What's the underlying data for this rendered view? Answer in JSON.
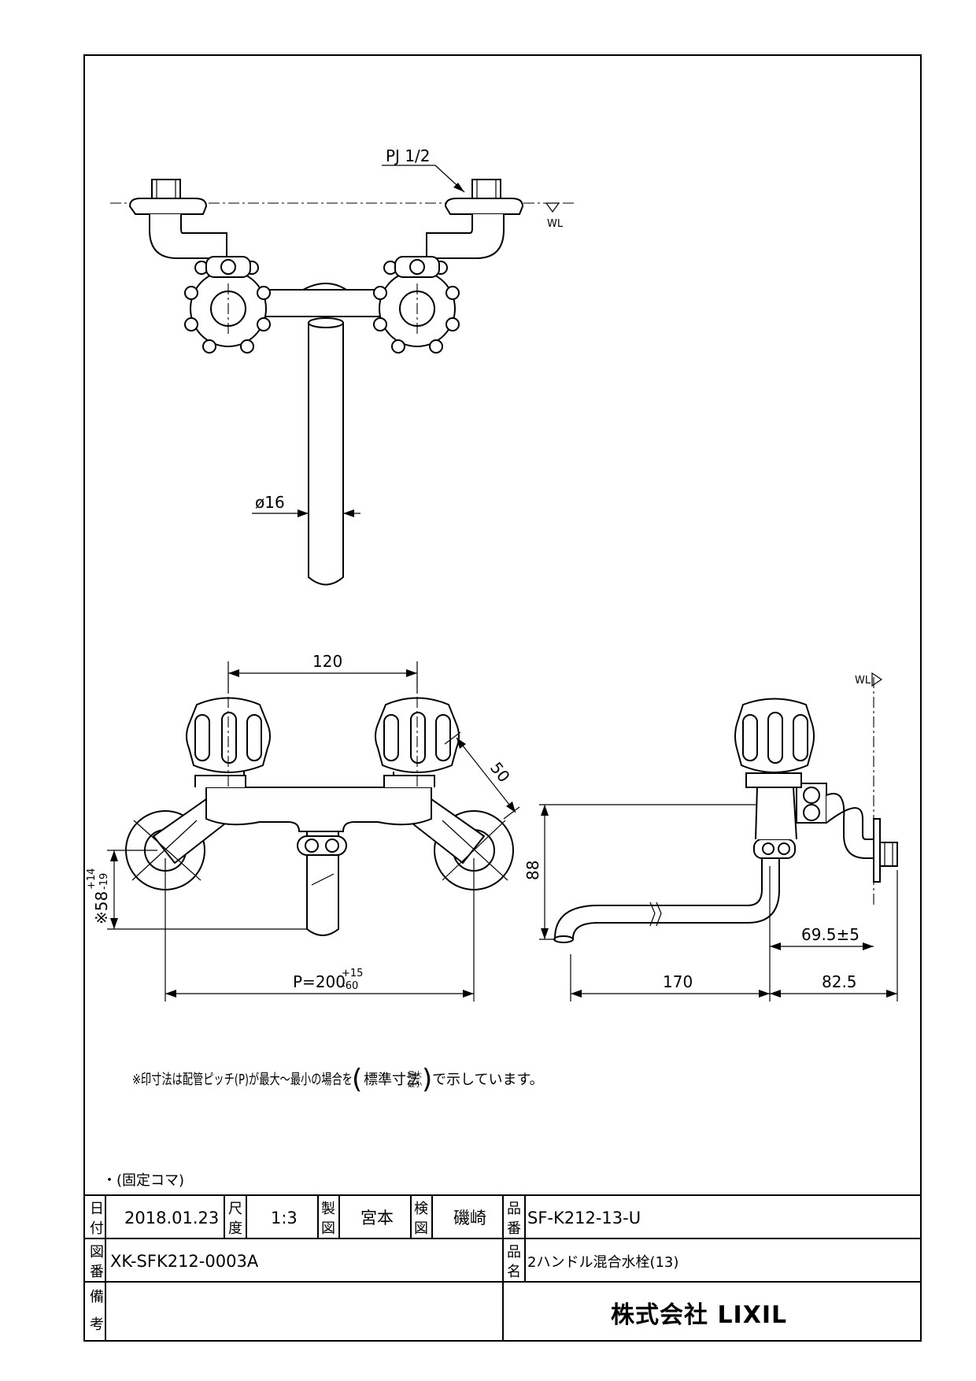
{
  "labels": {
    "pj": "PJ 1/2",
    "wl_top": "WL",
    "wl_side": "WL",
    "dia": "ø16",
    "dim_120": "120",
    "dim_50": "50",
    "dim_58": "※58",
    "dim_58_tol_plus": "+14",
    "dim_58_tol_minus": "-19",
    "dim_p": "P=200",
    "dim_p_tol_plus": "+15",
    "dim_p_tol_minus": "-60",
    "dim_88": "88",
    "dim_69": "69.5±5",
    "dim_170": "170",
    "dim_82": "82.5"
  },
  "note": {
    "prefix": "※印寸法は配管ピッチ(P)が最大～最小の場合を",
    "inner": "標準寸法",
    "frac_top": "最大",
    "frac_bottom": "最小",
    "suffix": "で示しています。"
  },
  "fixed": "・(固定コマ)",
  "title_block": {
    "date_label": [
      "日",
      "付"
    ],
    "date": "2018.01.23",
    "scale_label": [
      "尺",
      "度"
    ],
    "scale": "1:3",
    "drawn_label": [
      "製",
      "図"
    ],
    "drawn_by": "宮本",
    "checked_label": [
      "検",
      "図"
    ],
    "checked_by": "磯崎",
    "part_no_label": [
      "品",
      "番"
    ],
    "part_no": "SF-K212-13-U",
    "drawing_no_label": [
      "図",
      "番"
    ],
    "drawing_no": "XK-SFK212-0003A",
    "part_name_label": [
      "品",
      "名"
    ],
    "part_name": "2ハンドル混合水栓(13)",
    "remarks_label": [
      "備",
      "考"
    ],
    "company": "株式会社 LIXIL"
  }
}
